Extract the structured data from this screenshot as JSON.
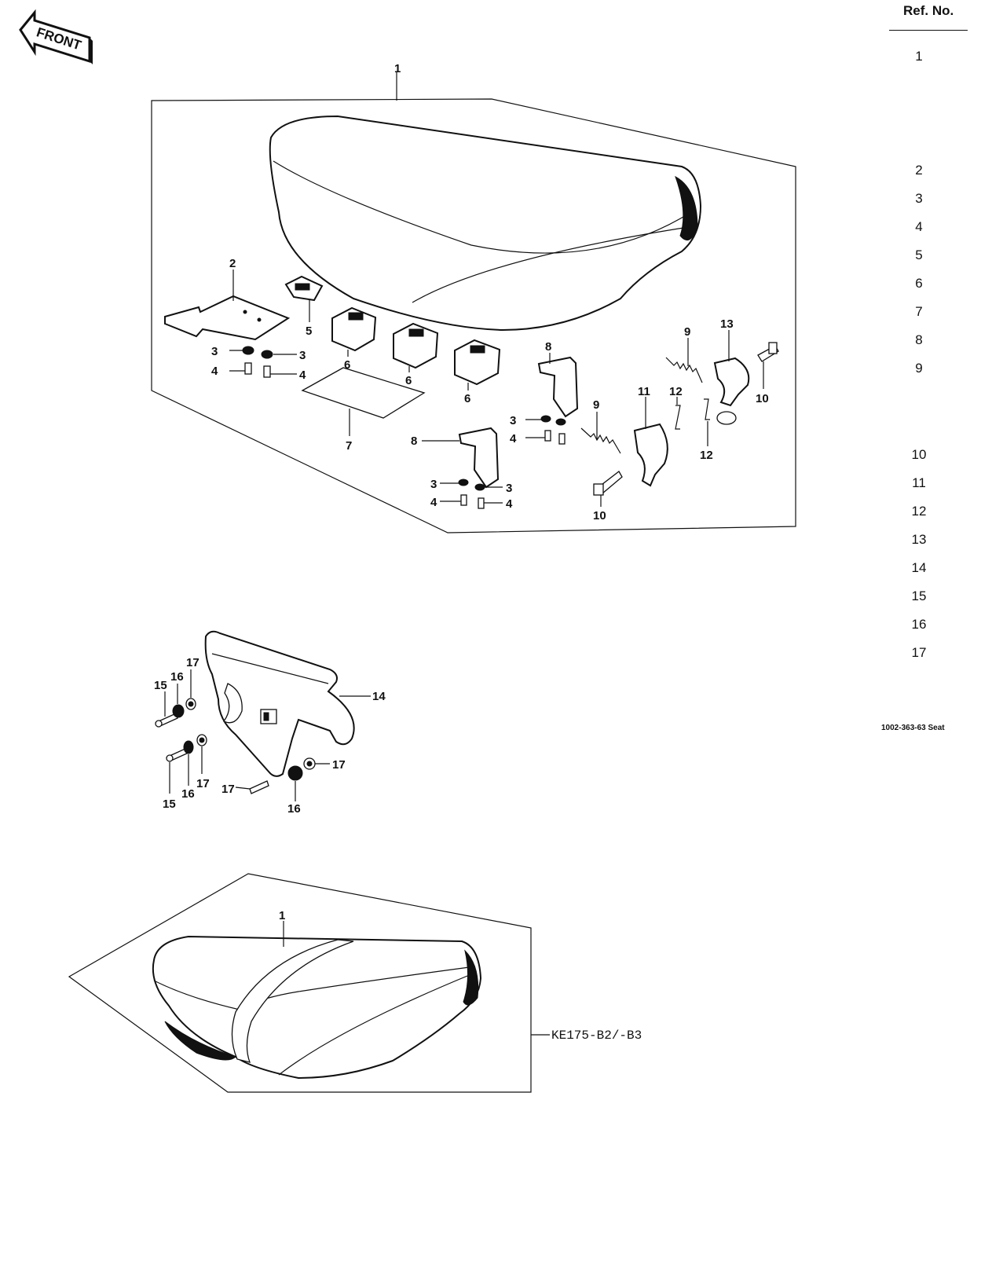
{
  "front_badge": {
    "label": "FRONT",
    "icon": "arrow-left-badge"
  },
  "ref_table": {
    "header": "Ref. No.",
    "numbers": [
      "1",
      "2",
      "3",
      "4",
      "5",
      "6",
      "7",
      "8",
      "9",
      "10",
      "11",
      "12",
      "13",
      "14",
      "15",
      "16",
      "17"
    ]
  },
  "catalog_code": "1002-363-63 Seat",
  "model_label": "KE175-B2/-B3",
  "callouts": {
    "c1": "1",
    "c2": "2",
    "c3": "3",
    "c4": "4",
    "c5": "5",
    "c6": "6",
    "c7": "7",
    "c8": "8",
    "c9": "9",
    "c10": "10",
    "c11": "11",
    "c12": "12",
    "c13": "13",
    "c14": "14",
    "c15": "15",
    "c16": "16",
    "c17": "17"
  }
}
